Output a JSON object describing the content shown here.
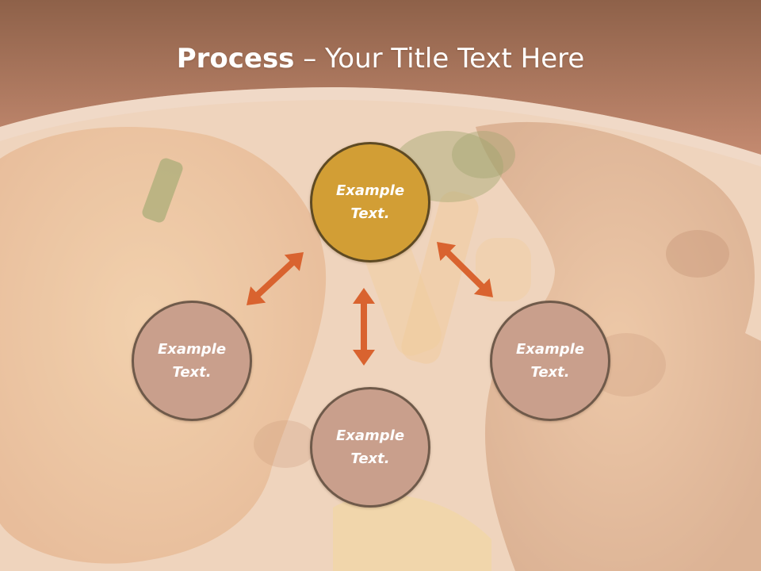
{
  "title": {
    "bold": "Process",
    "rest": " – Your Title Text Here"
  },
  "nodes": {
    "top": "Example Text.",
    "left": "Example Text.",
    "right": "Example Text.",
    "bottom": "Example Text."
  },
  "colors": {
    "header": "#b5785f",
    "highlight_node": "#d29e35",
    "node": "#c99f8c",
    "arrow": "#d9632f"
  }
}
